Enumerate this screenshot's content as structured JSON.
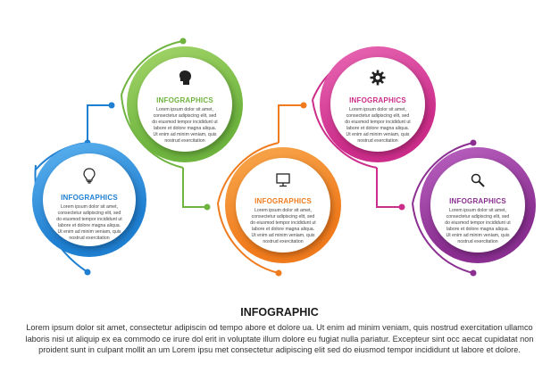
{
  "nodes": [
    {
      "id": "blue",
      "title": "INFOGRAPHICS",
      "icon": "lightbulb-icon",
      "color": "#1f7fd1",
      "color_light": "#5fb4f0",
      "text": "Lorem ipsum dolor sit amet, consectetur adipiscing elit, sed do eiusmod tempor incididunt ut labore et dolore magna aliqua. Ut enim ad minim veniam, quis nostrud exercitation"
    },
    {
      "id": "green",
      "title": "INFOGRAPHICS",
      "icon": "person-head-icon",
      "color": "#6eb43f",
      "color_light": "#a5d66a",
      "text": "Lorem ipsum dolor sit amet, consectetur adipiscing elit, sed do eiusmod tempor incididunt ut labore et dolore magna aliqua. Ut enim ad minim veniam, quis nostrud exercitation"
    },
    {
      "id": "orange",
      "title": "INFOGRAPHICS",
      "icon": "monitor-icon",
      "color": "#f07b1d",
      "color_light": "#f8a94f",
      "text": "Lorem ipsum dolor sit amet, consectetur adipiscing elit, sed do eiusmod tempor incididunt ut labore et dolore magna aliqua. Ut enim ad minim veniam, quis nostrud exercitation"
    },
    {
      "id": "magenta",
      "title": "INFOGRAPHICS",
      "icon": "gear-icon",
      "color": "#cc2d8a",
      "color_light": "#e969b5",
      "text": "Lorem ipsum dolor sit amet, consectetur adipiscing elit, sed do eiusmod tempor incididunt ut labore et dolore magna aliqua. Ut enim ad minim veniam, quis nostrud exercitation"
    },
    {
      "id": "purple",
      "title": "INFOGRAPHICS",
      "icon": "magnifier-icon",
      "color": "#8a2f91",
      "color_light": "#bb63c2",
      "text": "Lorem ipsum dolor sit amet, consectetur adipiscing elit, sed do eiusmod tempor incididunt ut labore et dolore magna aliqua. Ut enim ad minim veniam, quis nostrud exercitation"
    }
  ],
  "footer": {
    "title": "INFOGRAPHIC",
    "text": "Lorem ipsum dolor sit amet, consectetur adipiscin od tempo abore et dolore ua. Ut enim ad minim veniam, quis nostrud exercitation ullamco laboris nisi ut aliquip ex ea commodo ce irure dol erit in voluptate illum dolore eu fugiat nulla pariatur. Excepteur sint occ aecat cupidatat non proident sunt in culpant mollit an um Lorem ipsu met consectetur adipiscing elit sed do eiusmod tempor incididunt ut labore et dolore."
  }
}
